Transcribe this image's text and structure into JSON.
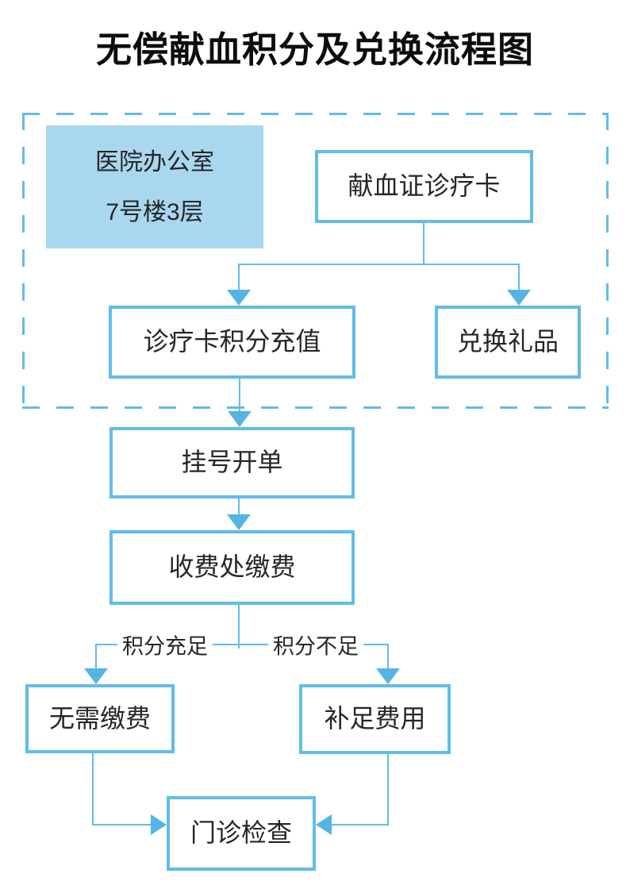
{
  "title": "无偿献血积分及兑换流程图",
  "colors": {
    "line": "#62bce8",
    "arrow": "#54b4e4",
    "highlight_fill": "#a9d7ef",
    "text": "#262626",
    "title_text": "#0d0d0d",
    "background": "#ffffff"
  },
  "flowchart": {
    "office": {
      "line1": "医院办公室",
      "line2": "7号楼3层"
    },
    "donation_card": {
      "label": "献血证诊疗卡"
    },
    "recharge": {
      "label": "诊疗卡积分充值"
    },
    "gift": {
      "label": "兑换礼品"
    },
    "register": {
      "label": "挂号开单"
    },
    "pay": {
      "label": "收费处缴费"
    },
    "branch_left": {
      "label": "积分充足"
    },
    "branch_right": {
      "label": "积分不足"
    },
    "no_pay": {
      "label": "无需缴费"
    },
    "make_up": {
      "label": "补足费用"
    },
    "outpatient": {
      "label": "门诊检查"
    }
  }
}
